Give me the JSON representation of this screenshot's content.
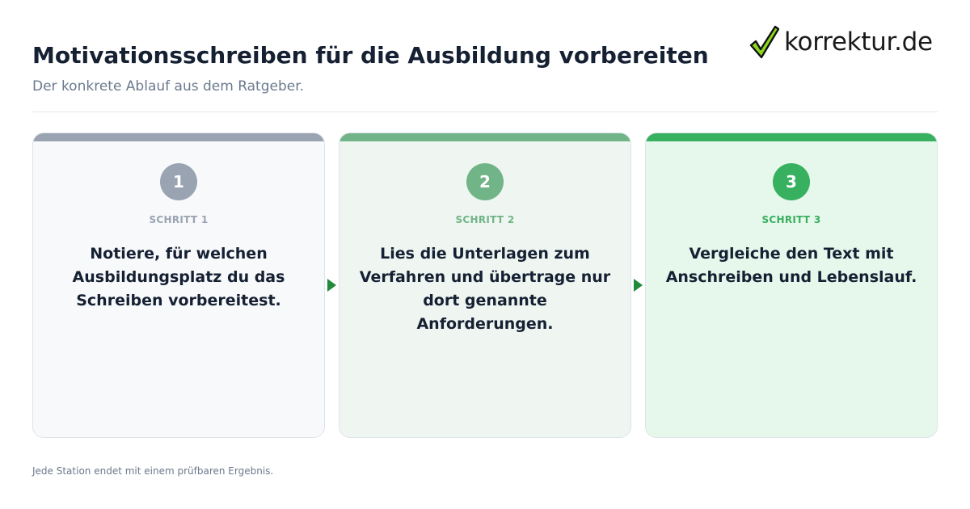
{
  "header": {
    "title": "Motivationsschreiben für die Ausbildung vorbereiten",
    "subtitle": "Der konkrete Ablauf aus dem Ratgeber."
  },
  "logo": {
    "text": "korrektur.de",
    "icon": "checkmark-icon",
    "check_colors": {
      "fill": "#8cd61e",
      "outline": "#111111"
    }
  },
  "steps": [
    {
      "number": "1",
      "label": "SCHRITT 1",
      "text": "Notiere, für welchen Ausbildungsplatz du das Schreiben vorbereitest.",
      "accent": "#9aa3b2",
      "background": "#f8f9fb"
    },
    {
      "number": "2",
      "label": "SCHRITT 2",
      "text": "Lies die Unterlagen zum Verfahren und übertrage nur dort genannte Anforderungen.",
      "accent": "#70b487",
      "background": "#eff6f1"
    },
    {
      "number": "3",
      "label": "SCHRITT 3",
      "text": "Vergleiche den Text mit Anschreiben und Lebenslauf.",
      "accent": "#37b05f",
      "background": "#e6f7eb"
    }
  ],
  "connectors": {
    "icon": "arrow-right-icon",
    "color": "#1f8a3a"
  },
  "footer": {
    "note": "Jede Station endet mit einem prüfbaren Ergebnis."
  }
}
